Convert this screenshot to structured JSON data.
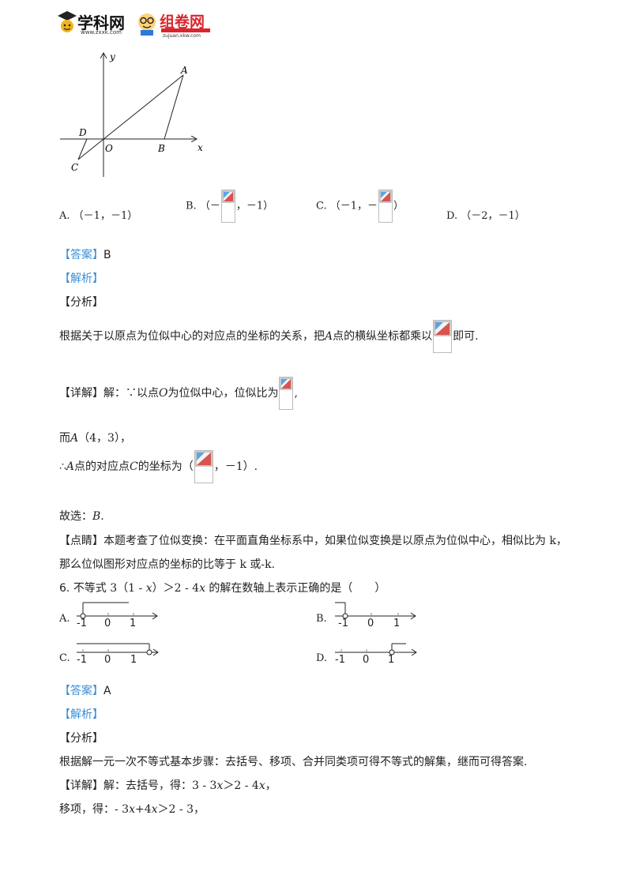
{
  "header": {
    "logo1": {
      "main": "学科网",
      "sub": "www.zxxk.com"
    },
    "logo2": {
      "main": "组卷网",
      "sub": "zujuan.xkw.com"
    }
  },
  "figure": {
    "axis_x": "x",
    "axis_y": "y",
    "points": {
      "A": "A",
      "B": "B",
      "C": "C",
      "D": "D",
      "O": "O"
    }
  },
  "q5": {
    "options": [
      {
        "letter": "A.",
        "text": "（－1，－1）"
      },
      {
        "letter": "B.",
        "pre": "（－",
        "post": "，－1）"
      },
      {
        "letter": "C.",
        "pre": "（－1，－",
        "post": "）"
      },
      {
        "letter": "D.",
        "text": "（－2，－1）"
      }
    ],
    "answer_tag": "【答案】",
    "answer": "B",
    "jiexi_tag": "【解析】",
    "fenxi_tag": "【分析】",
    "fenxi_pre": "根据关于以原点为位似中心的对应点的坐标的关系，把",
    "fenxi_A": "A",
    "fenxi_mid": "点的横纵坐标都乘以",
    "fenxi_post": "即可.",
    "xiangjie_tag": "【详解】",
    "xiangjie_pre": "解：∵以点",
    "xiangjie_O": "O",
    "xiangjie_mid": "为位似中心，位似比为",
    "xiangjie_post": ",",
    "line2_pre": "而",
    "line2_A": "A",
    "line2_post": "（4，3），",
    "line3_pre": "∴",
    "line3_A": "A",
    "line3_mid1": "点的对应点",
    "line3_C": "C",
    "line3_mid2": "的坐标为（",
    "line3_post": "，－1）.",
    "guxuan_pre": "故选：",
    "guxuan_B": "B",
    "guxuan_post": ".",
    "dianjing_tag": "【点睛】",
    "dianjing_1": "本题考查了位似变换：在平面直角坐标系中，如果位似变换是以原点为位似中心，相似比为 k，",
    "dianjing_2": "那么位似图形对应点的坐标的比等于 k 或-k."
  },
  "q6": {
    "number": "6.",
    "stem_pre": "不等式 3（1 - ",
    "stem_x1": "x",
    "stem_mid": "）＞2 - 4",
    "stem_x2": "x",
    "stem_post": " 的解在数轴上表示正确的是（　　）",
    "options": [
      {
        "letter": "A.",
        "labels": [
          "-1",
          "0",
          "1"
        ]
      },
      {
        "letter": "B.",
        "labels": [
          "-1",
          "0",
          "1"
        ]
      },
      {
        "letter": "C.",
        "labels": [
          "-1",
          "0",
          "1"
        ]
      },
      {
        "letter": "D.",
        "labels": [
          "-1",
          "0",
          "1"
        ]
      }
    ],
    "answer_tag": "【答案】",
    "answer": "A",
    "jiexi_tag": "【解析】",
    "fenxi_tag": "【分析】",
    "fenxi": "根据解一元一次不等式基本步骤：去括号、移项、合并同类项可得不等式的解集，继而可得答案.",
    "xiangjie_tag": "【详解】",
    "step1_pre": "解：去括号，得：3 - 3",
    "step1_x1": "x",
    "step1_mid": "＞2 - 4",
    "step1_x2": "x",
    "step1_post": "，",
    "step2_pre": "移项，得：- 3",
    "step2_x1": "x",
    "step2_mid": "+4",
    "step2_x2": "x",
    "step2_post": "＞2 - 3，"
  }
}
